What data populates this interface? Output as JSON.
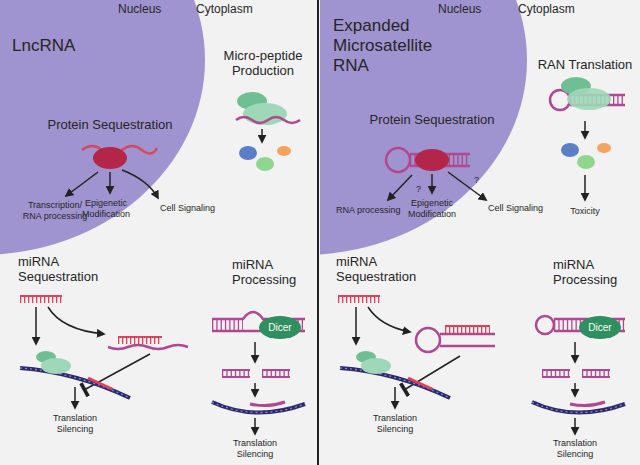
{
  "diagram": {
    "nodes": [
      {
        "text": [
          "Dicer"
        ]
      },
      {
        "text": [
          "Dicer"
        ]
      }
    ],
    "labels": [
      "LncRNA",
      "Nucleus",
      "Cytoplasm",
      "Micro-peptide Production",
      "Protein Sequestration",
      "Transcription/ RNA processing",
      "Epigenetic Modification",
      "Cell Signaling",
      "miRNA Sequestration",
      "Translation Silencing",
      "miRNA Processing",
      "Translation Silencing",
      "Expanded Microsatellite RNA",
      "Nucleus",
      "Cytoplasm",
      "RAN Translation",
      "Protein Sequestration",
      "RNA processing",
      "?",
      "Epigenetic Modification",
      "?",
      "Cell Signaling",
      "Toxicity",
      "miRNA Sequestration",
      "Translation Silencing",
      "miRNA Processing",
      "Translation Silencing"
    ]
  }
}
